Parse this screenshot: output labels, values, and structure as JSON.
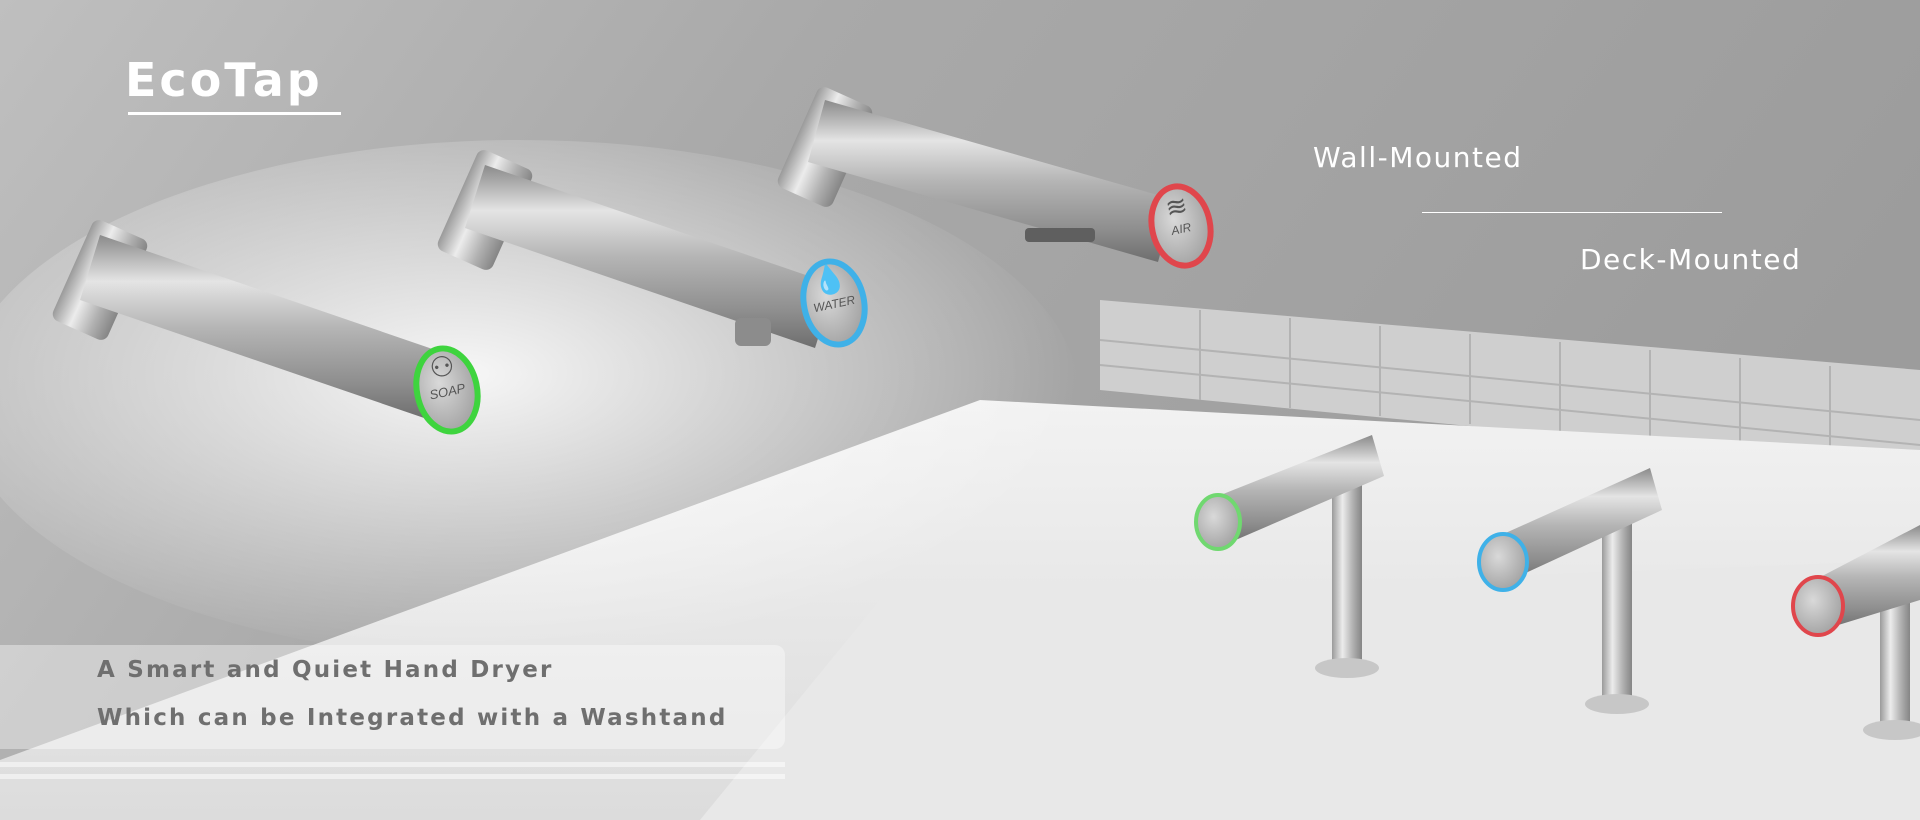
{
  "brand": {
    "name": "EcoTap"
  },
  "mount_types": {
    "wall": "Wall-Mounted",
    "deck": "Deck-Mounted"
  },
  "tagline": {
    "line1": "A Smart and Quiet Hand Dryer",
    "line2": "Which can be Integrated with a Washtand"
  },
  "buttons": {
    "soap": "SOAP",
    "water": "WATER",
    "air": "AIR"
  },
  "colors": {
    "soap": "#3ed43e",
    "water": "#3fb1e8",
    "air": "#e0464c",
    "text": "#ffffff",
    "tagline": "#6f6f6f"
  },
  "icons": {
    "soap": "bubbles-icon",
    "water": "droplet-icon",
    "air": "heat-waves-icon"
  }
}
